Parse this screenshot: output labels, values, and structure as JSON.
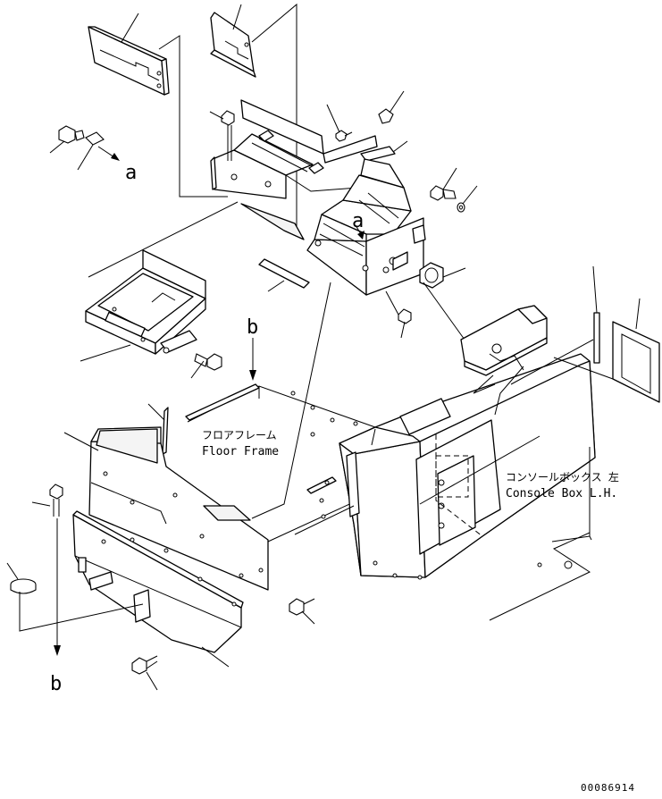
{
  "labels": {
    "floor_frame_jp": "フロアフレーム",
    "floor_frame_en": "Floor Frame",
    "console_box_jp": "コンソールボックス 左",
    "console_box_en": "Console Box L.H.",
    "ref_a_left": "a",
    "ref_a_center": "a",
    "ref_b_top": "b",
    "ref_b_bottom": "b",
    "drawing_number": "00086914"
  }
}
